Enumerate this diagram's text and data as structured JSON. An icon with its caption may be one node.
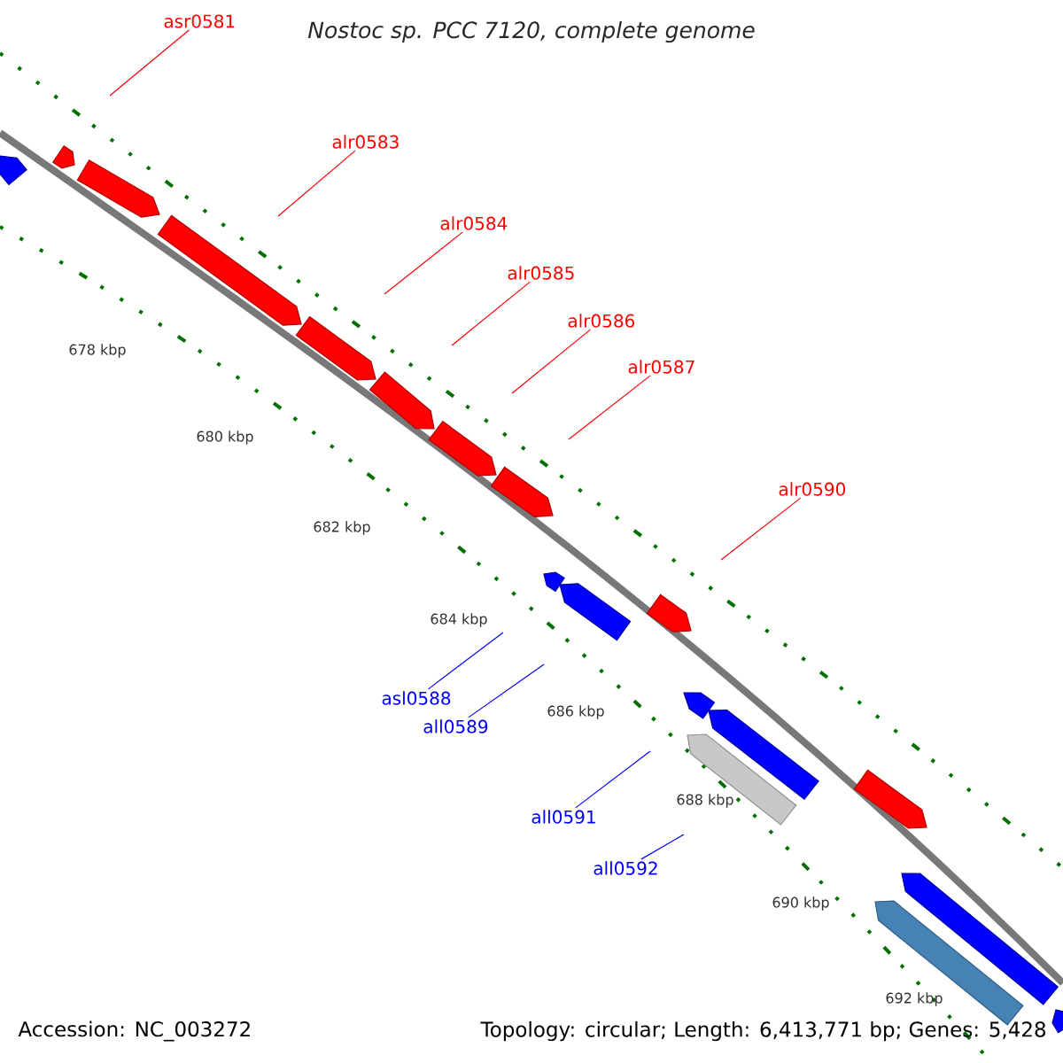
{
  "diagram": {
    "title": "Nostoc sp. PCC 7120, complete genome",
    "nodes": [
      {
        "text": [
          "asr0581"
        ]
      },
      {
        "text": [
          "alr0583"
        ]
      },
      {
        "text": [
          "alr0584"
        ]
      },
      {
        "text": [
          "alr0585"
        ]
      },
      {
        "text": [
          "alr0586"
        ]
      },
      {
        "text": [
          "alr0587"
        ]
      },
      {
        "text": [
          "alr0590"
        ]
      },
      {
        "text": [
          "asl0588"
        ]
      },
      {
        "text": [
          "all0589"
        ]
      },
      {
        "text": [
          "all0591"
        ]
      },
      {
        "text": [
          "all0592"
        ]
      }
    ],
    "edges": [
      {
        "from": 0,
        "to": null,
        "arrow": "none"
      },
      {
        "from": 1,
        "to": null,
        "arrow": "none"
      },
      {
        "from": 2,
        "to": null,
        "arrow": "none"
      },
      {
        "from": 3,
        "to": null,
        "arrow": "none"
      },
      {
        "from": 4,
        "to": null,
        "arrow": "none"
      },
      {
        "from": 5,
        "to": null,
        "arrow": "none"
      },
      {
        "from": 6,
        "to": null,
        "arrow": "none"
      },
      {
        "from": 7,
        "to": null,
        "arrow": "none",
        "color": "#0000ff"
      },
      {
        "from": 8,
        "to": null,
        "arrow": "none",
        "color": "#0000ff"
      },
      {
        "from": 9,
        "to": null,
        "arrow": "none",
        "color": "#0000ff"
      },
      {
        "from": 10,
        "to": null,
        "arrow": "none",
        "color": "#0000ff"
      }
    ],
    "labels": [
      "678 kbp",
      "680 kbp",
      "682 kbp",
      "684 kbp",
      "686 kbp",
      "688 kbp",
      "690 kbp",
      "692 kbp",
      "Accession: NC_003272",
      "Topology: circular; Length: 6,413,771 bp; Genes: 5,428"
    ]
  }
}
